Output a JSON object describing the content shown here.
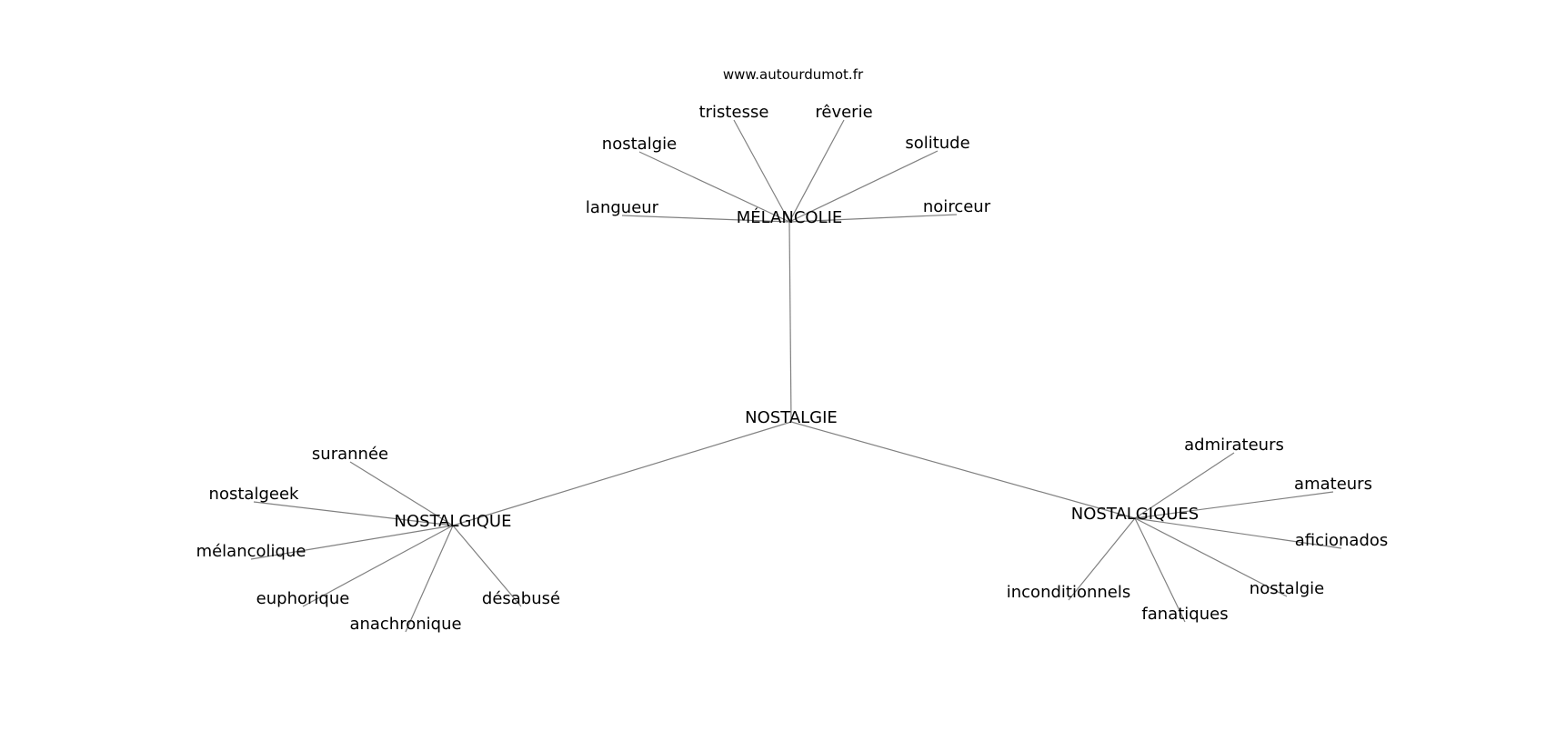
{
  "site_label": "www.autourdumot.fr",
  "graph": {
    "root": "NOSTALGIE",
    "hubs": [
      {
        "id": "melancolie",
        "label": "MÉLANCOLIE",
        "leaves": [
          "tristesse",
          "rêverie",
          "nostalgie",
          "solitude",
          "langueur",
          "noirceur"
        ]
      },
      {
        "id": "nostalgique",
        "label": "NOSTALGIQUE",
        "leaves": [
          "surannée",
          "nostalgeek",
          "mélancolique",
          "euphorique",
          "anachronique",
          "désabusé"
        ]
      },
      {
        "id": "nostalgiques",
        "label": "NOSTALGIQUES",
        "leaves": [
          "admirateurs",
          "amateurs",
          "aficionados",
          "nostalgie",
          "fanatiques",
          "inconditionnels"
        ]
      }
    ]
  }
}
